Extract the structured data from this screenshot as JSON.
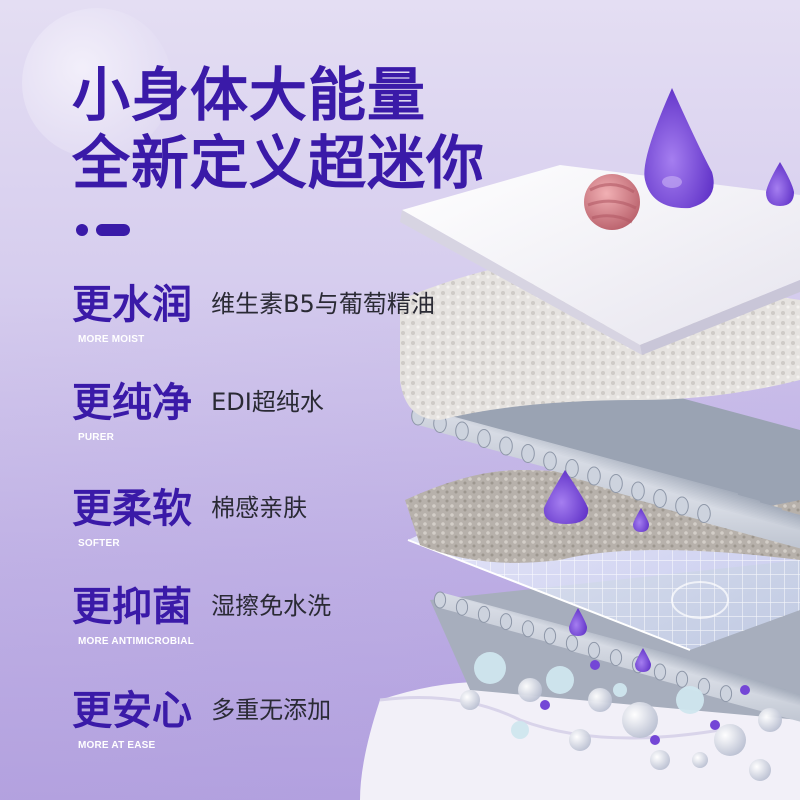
{
  "headline": {
    "line1": "小身体大能量",
    "line2": "全新定义超迷你"
  },
  "features": [
    {
      "title": "更水润",
      "desc": "维生素B5与葡萄精油",
      "en": "MORE MOIST"
    },
    {
      "title": "更纯净",
      "desc": "EDI超纯水",
      "en": "PURER"
    },
    {
      "title": "更柔软",
      "desc": "棉感亲肤",
      "en": "SOFTER"
    },
    {
      "title": "更抑菌",
      "desc": "湿擦免水洗",
      "en": "MORE ANTIMICROBIAL"
    },
    {
      "title": "更安心",
      "desc": "多重无添加",
      "en": "MORE AT EASE"
    }
  ],
  "colors": {
    "accent": "#3a1aa8",
    "background": "#d6cdee",
    "drop": "#6b3fd0",
    "sphere": "#d7868e"
  }
}
